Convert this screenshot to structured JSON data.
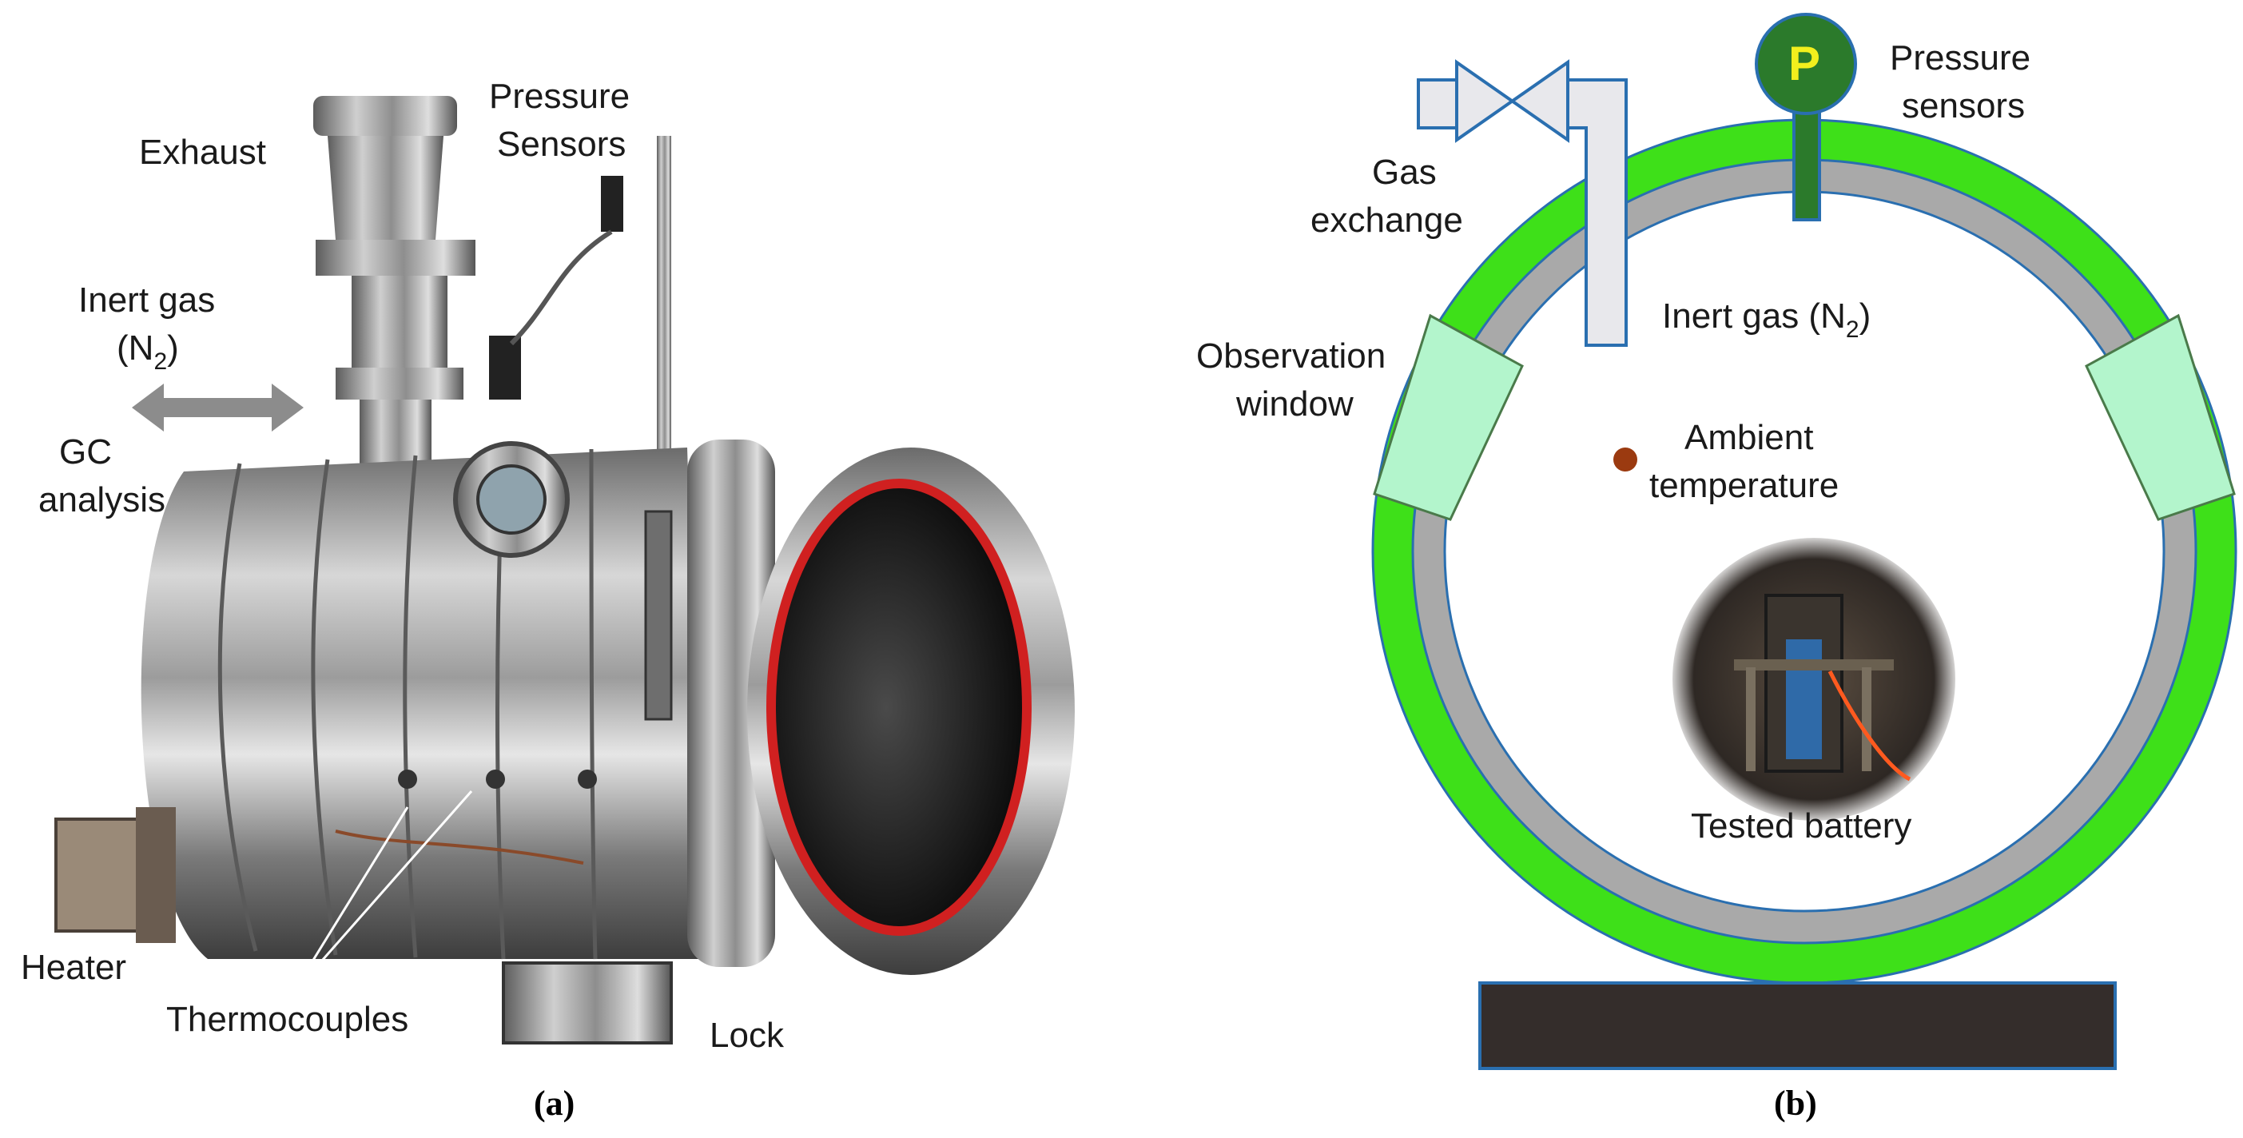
{
  "panel_a": {
    "labels": {
      "exhaust": "Exhaust",
      "pressure_line1": "Pressure",
      "pressure_line2": "Sensors",
      "inert_line1": "Inert gas",
      "inert_N": "(N",
      "inert_sub": "2",
      "inert_close": ")",
      "gc_line1": "GC",
      "gc_line2": "analysis",
      "heater": "Heater",
      "thermocouples": "Thermocouples",
      "lock": "Lock"
    },
    "caption": "(a)"
  },
  "panel_b": {
    "labels": {
      "pressure_line1": "Pressure",
      "pressure_line2": "sensors",
      "gas_line1": "Gas",
      "gas_line2": "exchange",
      "inert_main": "Inert gas (N",
      "inert_sub": "2",
      "inert_close": ")",
      "obs_line1": "Observation",
      "obs_line2": "window",
      "ambient_line1": "Ambient",
      "ambient_line2": "temperature",
      "battery": "Tested battery",
      "p_symbol": "P"
    },
    "caption": "(b)",
    "colors": {
      "outer_ring": "#3ee019",
      "inner_ring": "#a9a9a9",
      "window": "#b3f5cc",
      "sensor": "#2b7a2b",
      "base": "#342d2b",
      "outline": "#2a6fb0",
      "ambient_dot": "#9b3a10"
    }
  }
}
